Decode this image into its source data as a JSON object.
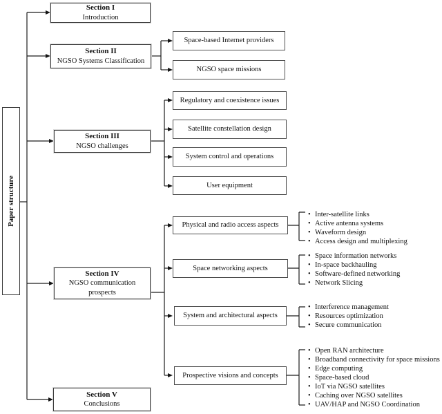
{
  "figure": "paper-structure-tree",
  "root_label": "Paper structure",
  "bullet_glyph": "•",
  "colors": {
    "line": "#1c1c1c",
    "box_border": "#4d4d4d",
    "section_border": "#3a3a3a",
    "text": "#111111",
    "background": "#ffffff"
  },
  "sections": [
    {
      "name": "Section I",
      "subtitle": "Introduction",
      "children": []
    },
    {
      "name": "Section II",
      "subtitle": "NGSO Systems Classification",
      "children": [
        {
          "label": "Space-based Internet providers",
          "bullets": []
        },
        {
          "label": "NGSO space missions",
          "bullets": []
        }
      ]
    },
    {
      "name": "Section III",
      "subtitle": "NGSO challenges",
      "children": [
        {
          "label": "Regulatory and coexistence issues",
          "bullets": []
        },
        {
          "label": "Satellite constellation design",
          "bullets": []
        },
        {
          "label": "System control and operations",
          "bullets": []
        },
        {
          "label": "User equipment",
          "bullets": []
        }
      ]
    },
    {
      "name": "Section IV",
      "subtitle": "NGSO communication prospects",
      "children": [
        {
          "label": "Physical and radio access aspects",
          "bullets": [
            "Inter-satellite links",
            "Active antenna systems",
            "Waveform design",
            "Access design and multiplexing"
          ]
        },
        {
          "label": "Space networking aspects",
          "bullets": [
            "Space information networks",
            "In-space backhauling",
            "Software-defined networking",
            "Network Slicing"
          ]
        },
        {
          "label": "System and architectural aspects",
          "bullets": [
            "Interference management",
            "Resources optimization",
            "Secure communication"
          ]
        },
        {
          "label": "Prospective visions and concepts",
          "bullets": [
            "Open RAN architecture",
            "Broadband connectivity for space missions",
            "Edge computing",
            "Space-based cloud",
            "IoT via NGSO satellites",
            "Caching over NGSO satellites",
            "UAV/HAP and NGSO Coordination"
          ]
        }
      ]
    },
    {
      "name": "Section V",
      "subtitle": "Conclusions",
      "children": []
    }
  ]
}
